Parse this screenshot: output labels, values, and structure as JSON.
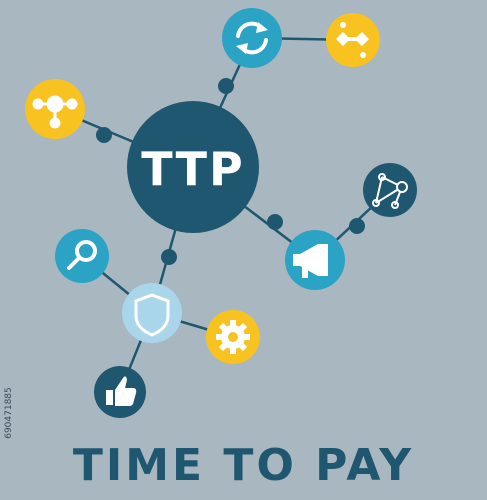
{
  "hub": {
    "label": "TTP",
    "color": "#1f5770"
  },
  "title": "TIME TO PAY",
  "stock_id": "690471885",
  "colors": {
    "background": "#a9b7c0",
    "dark_blue": "#1f5770",
    "teal": "#2aa3c5",
    "yellow": "#f8c320",
    "light_blue": "#a9d6ea",
    "white": "#ffffff"
  },
  "nodes": [
    {
      "name": "refresh-icon",
      "fill": "teal"
    },
    {
      "name": "connection-icon",
      "fill": "yellow"
    },
    {
      "name": "network-nodes-icon",
      "fill": "yellow"
    },
    {
      "name": "share-network-icon",
      "fill": "dark_blue"
    },
    {
      "name": "megaphone-icon",
      "fill": "teal"
    },
    {
      "name": "search-icon",
      "fill": "teal"
    },
    {
      "name": "shield-icon",
      "fill": "light_blue"
    },
    {
      "name": "gear-icon",
      "fill": "yellow"
    },
    {
      "name": "thumbs-up-icon",
      "fill": "dark_blue"
    }
  ]
}
